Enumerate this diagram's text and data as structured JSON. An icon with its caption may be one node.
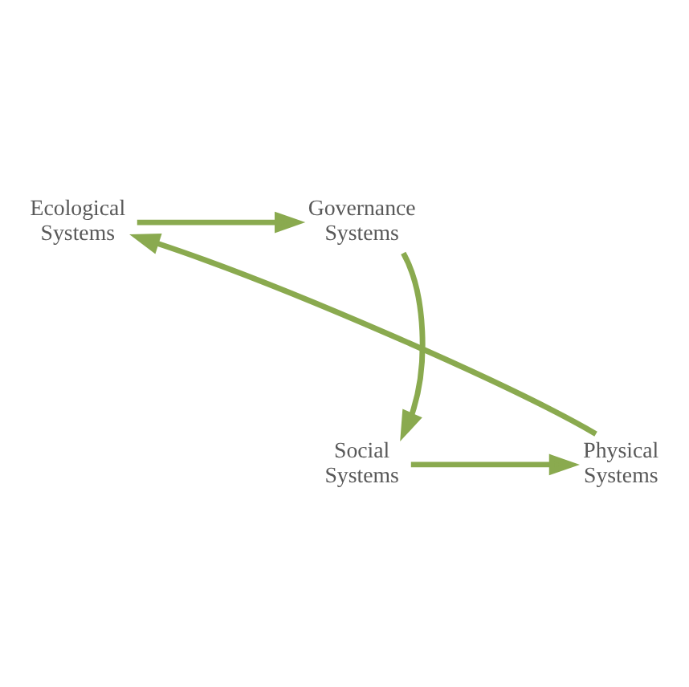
{
  "diagram": {
    "nodes": [
      {
        "text": [
          "Ecological Systems"
        ]
      },
      {
        "text": [
          "Governance Systems"
        ]
      },
      {
        "text": [
          "Social Systems"
        ]
      },
      {
        "text": [
          "Physical Systems"
        ]
      }
    ],
    "edges": [
      {
        "from": 0,
        "to": 1,
        "arrow": "to"
      },
      {
        "from": 1,
        "to": 2,
        "arrow": "to"
      },
      {
        "from": 2,
        "to": 3,
        "arrow": "to"
      },
      {
        "from": 3,
        "to": 0,
        "arrow": "to"
      }
    ]
  }
}
